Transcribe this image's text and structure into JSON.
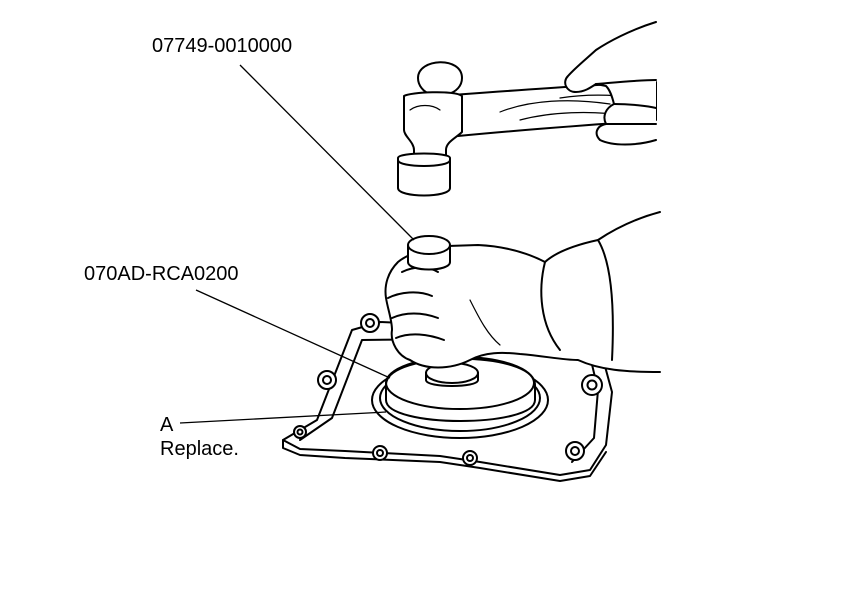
{
  "callouts": {
    "driver_handle": "07749-0010000",
    "seal_driver": "070AD-RCA0200",
    "part_letter": "A",
    "part_note": "Replace."
  },
  "colors": {
    "line": "#000000",
    "background": "#ffffff"
  }
}
